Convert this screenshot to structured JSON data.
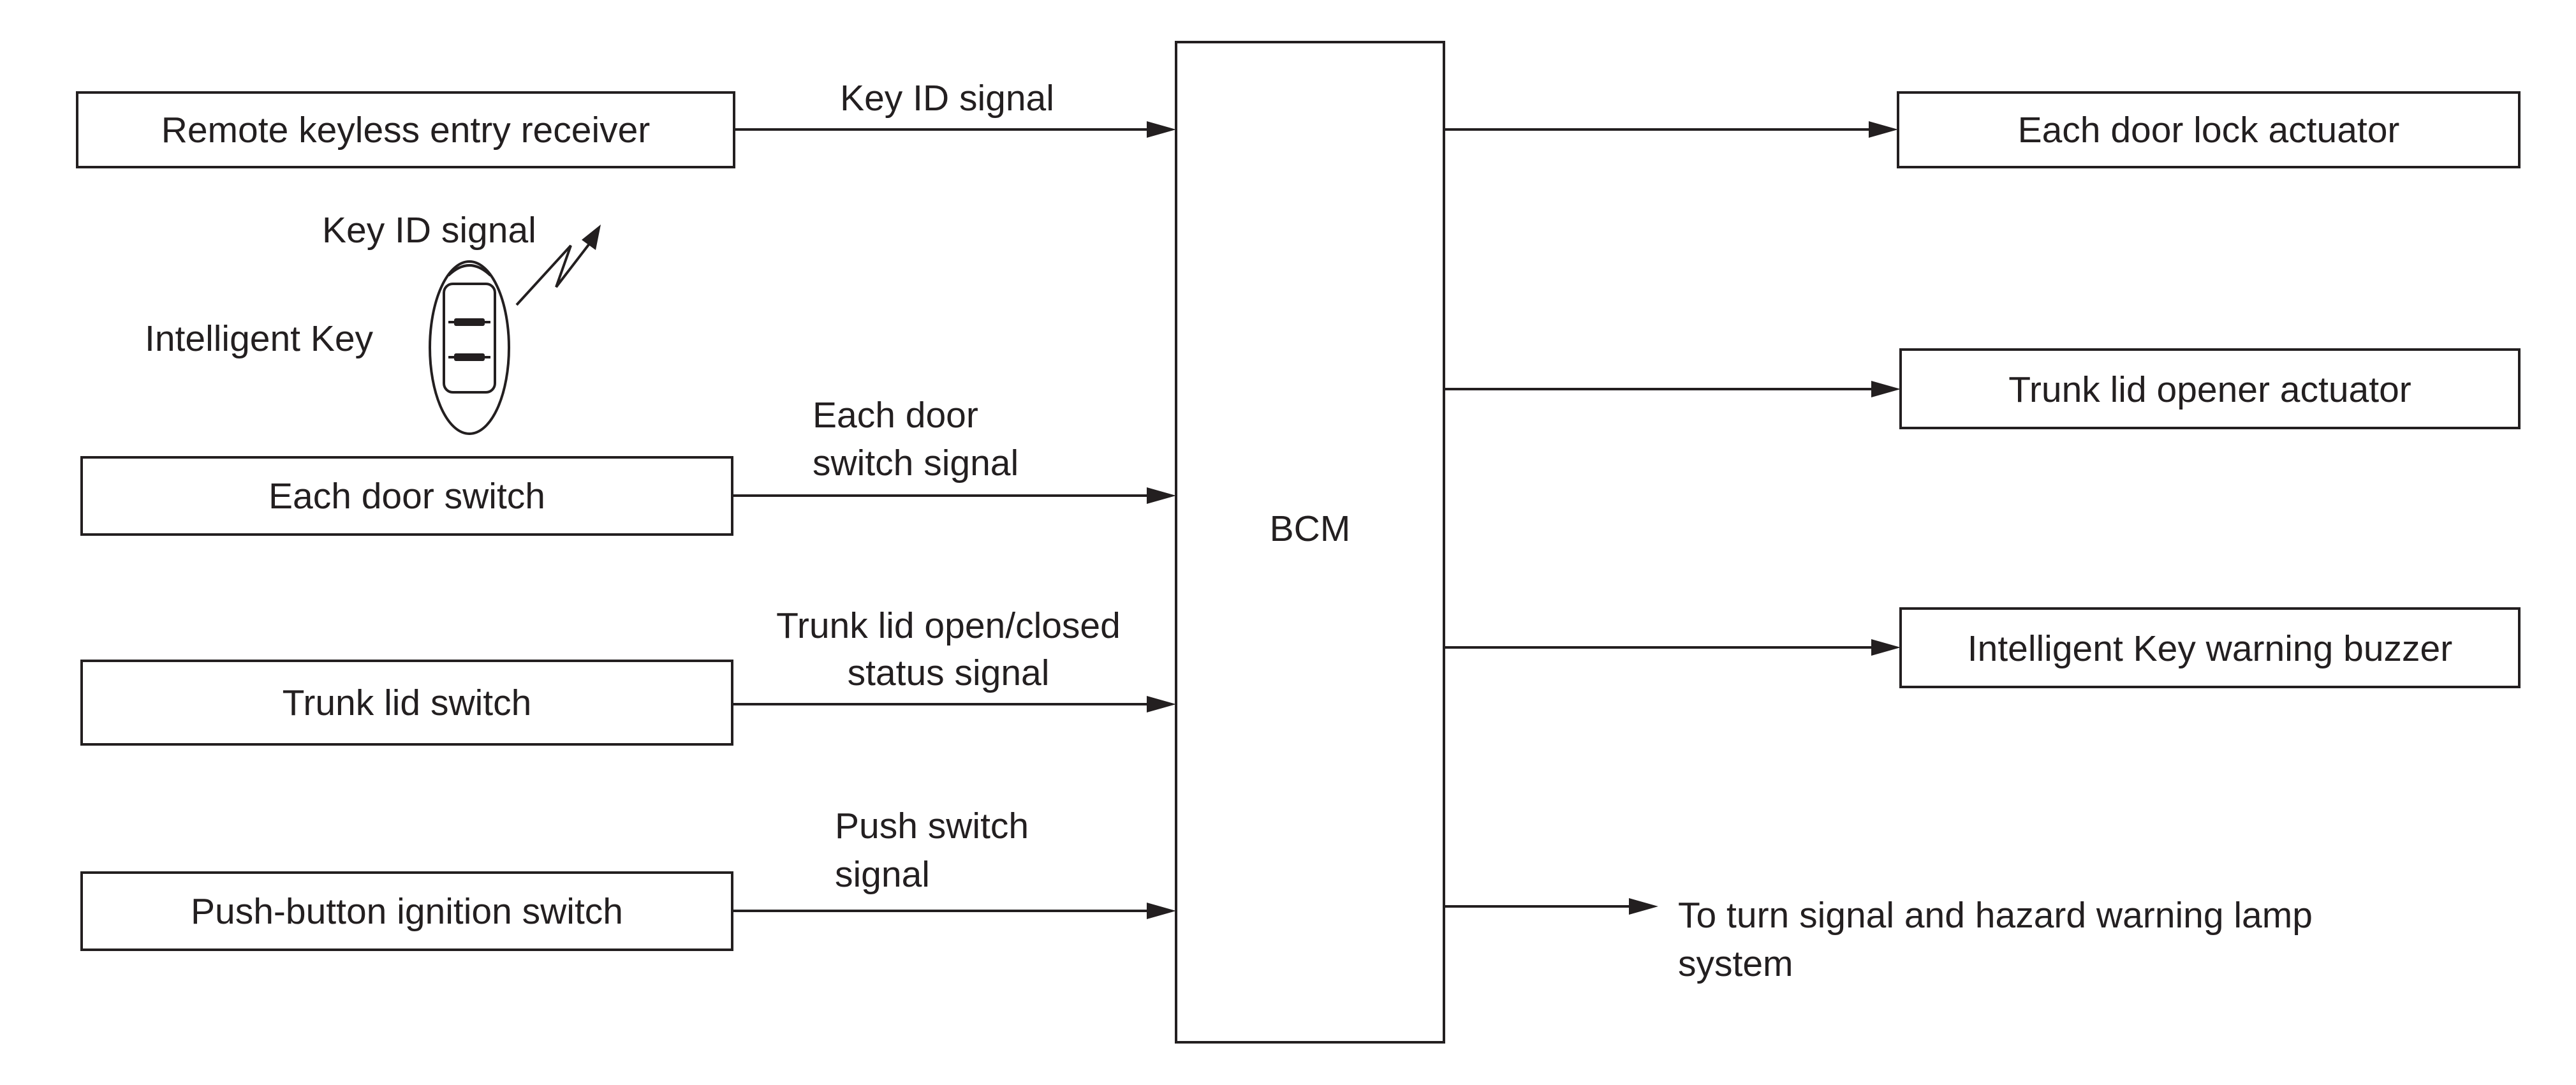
{
  "inputs": {
    "remote_receiver": "Remote keyless entry receiver",
    "door_switch": "Each door switch",
    "trunk_switch": "Trunk lid switch",
    "push_button_switch": "Push-button ignition switch"
  },
  "intelligent_key": {
    "label": "Intelligent Key",
    "signal_label": "Key ID signal"
  },
  "signals_in": {
    "key_id": "Key ID signal",
    "door_switch_line1": "Each door",
    "door_switch_line2": "switch signal",
    "trunk_status_line1": "Trunk lid open/closed",
    "trunk_status_line2": "status signal",
    "push_switch_line1": "Push switch",
    "push_switch_line2": "signal"
  },
  "controller": {
    "label": "BCM"
  },
  "outputs": {
    "door_lock_actuator": "Each door lock actuator",
    "trunk_opener_actuator": "Trunk lid opener actuator",
    "key_warning_buzzer": "Intelligent Key warning buzzer",
    "turn_signal_line1": "To turn signal and hazard warning lamp",
    "turn_signal_line2": "system"
  }
}
